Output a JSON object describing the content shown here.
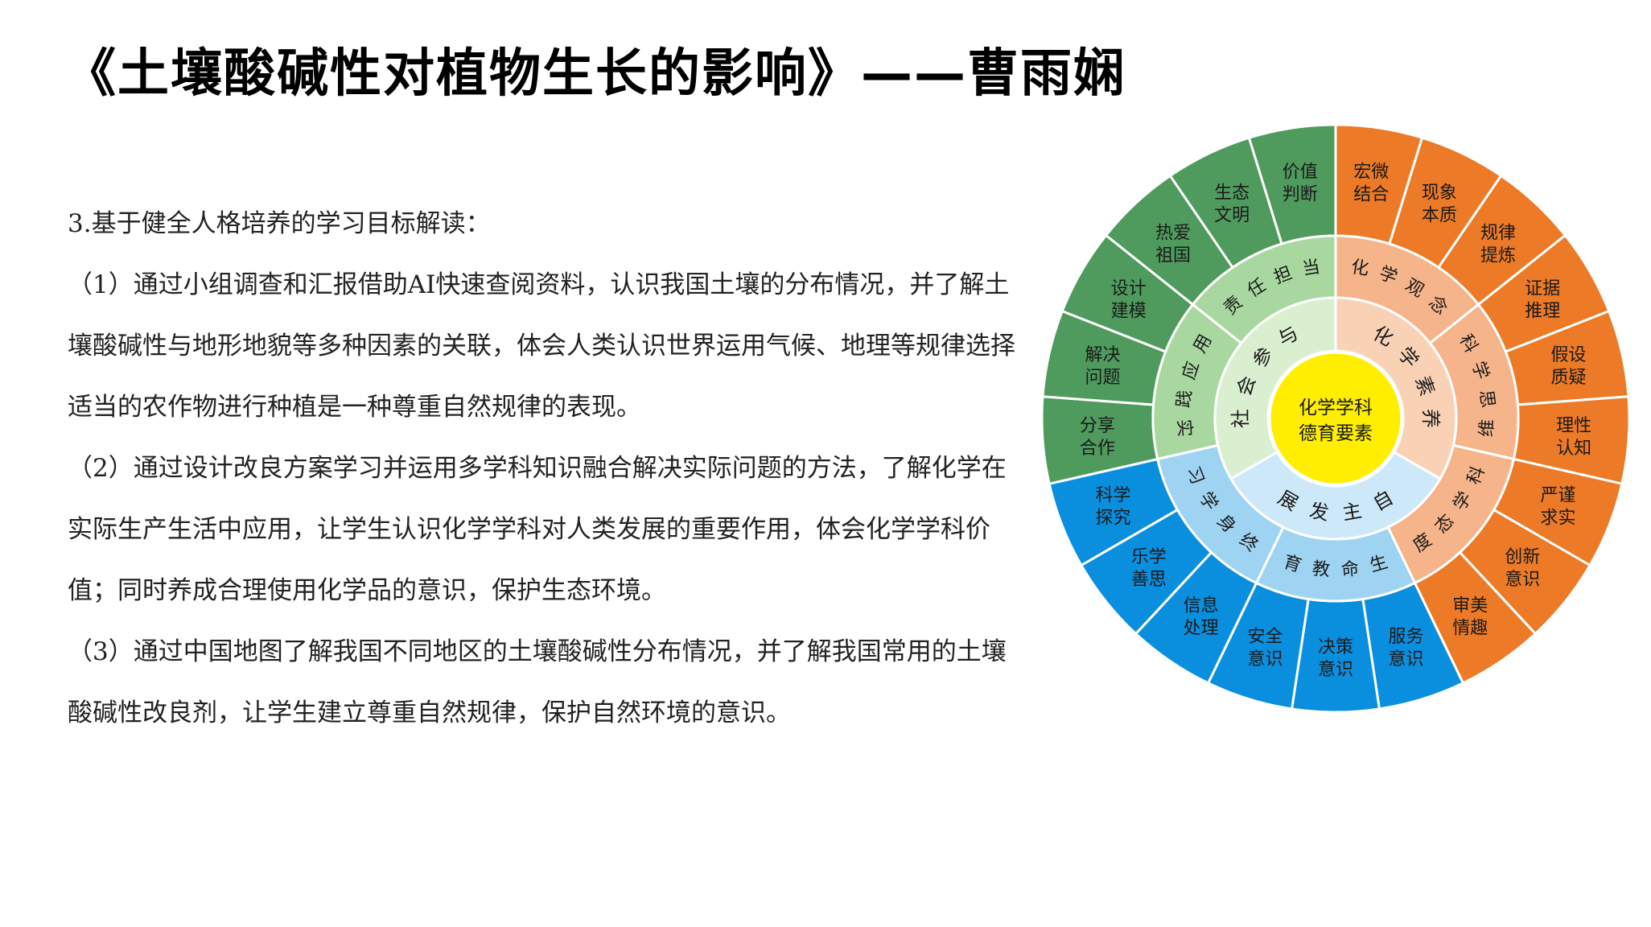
{
  "title": "《土壤酸碱性对植物生长的影响》——曹雨娴",
  "objectives": {
    "heading": "3.基于健全人格培养的学习目标解读：",
    "items": [
      "（1）通过小组调查和汇报借助AI快速查阅资料，认识我国土壤的分布情况，并了解土壤酸碱性与地形地貌等多种因素的关联，体会人类认识世界运用气候、地理等规律选择适当的农作物进行种植是一种尊重自然规律的表现。",
      "（2）通过设计改良方案学习并运用多学科知识融合解决实际问题的方法，了解化学在实际生产生活中应用，让学生认识化学学科对人类发展的重要作用，体会化学学科价值；同时养成合理使用化学品的意识，保护生态环境。",
      "（3）通过中国地图了解我国不同地区的土壤酸碱性分布情况，并了解我国常用的土壤酸碱性改良剂，让学生建立尊重自然规律，保护自然环境的意识。"
    ]
  },
  "wheel": {
    "center_lines": [
      "化学学科",
      "德育要素"
    ],
    "colors": {
      "center": "#ffee00",
      "green_inner": "#d9efd0",
      "green_mid": "#a8d8a0",
      "green_outer": "#4f9a5d",
      "orange_inner": "#f9d2b6",
      "orange_mid": "#f5b48a",
      "orange_outer": "#ec7a27",
      "blue_inner": "#cde8f8",
      "blue_mid": "#9fd3f2",
      "blue_outer": "#0a8fdf"
    },
    "inner": [
      {
        "chars": [
          "社",
          "会",
          "参",
          "与"
        ],
        "group": "green"
      },
      {
        "chars": [
          "化",
          "学",
          "素",
          "养"
        ],
        "group": "orange"
      },
      {
        "chars": [
          "自",
          "主",
          "发",
          "展"
        ],
        "group": "blue"
      }
    ],
    "middle": [
      {
        "label": "责任担当",
        "group": "green"
      },
      {
        "label": "化学观念",
        "group": "orange"
      },
      {
        "label": "科学思维",
        "group": "orange"
      },
      {
        "label": "科学态度",
        "group": "orange"
      },
      {
        "label": "生命教育",
        "group": "blue"
      },
      {
        "label": "终身学习",
        "group": "blue"
      },
      {
        "label": "实践应用",
        "group": "green"
      }
    ],
    "outer": [
      {
        "lines": [
          "宏微",
          "结合"
        ],
        "group": "orange"
      },
      {
        "lines": [
          "现象",
          "本质"
        ],
        "group": "orange"
      },
      {
        "lines": [
          "规律",
          "提炼"
        ],
        "group": "orange"
      },
      {
        "lines": [
          "证据",
          "推理"
        ],
        "group": "orange"
      },
      {
        "lines": [
          "假设",
          "质疑"
        ],
        "group": "orange"
      },
      {
        "lines": [
          "理性",
          "认知"
        ],
        "group": "orange"
      },
      {
        "lines": [
          "严谨",
          "求实"
        ],
        "group": "orange"
      },
      {
        "lines": [
          "创新",
          "意识"
        ],
        "group": "orange"
      },
      {
        "lines": [
          "审美",
          "情趣"
        ],
        "group": "orange"
      },
      {
        "lines": [
          "服务",
          "意识"
        ],
        "group": "blue"
      },
      {
        "lines": [
          "决策",
          "意识"
        ],
        "group": "blue"
      },
      {
        "lines": [
          "安全",
          "意识"
        ],
        "group": "blue"
      },
      {
        "lines": [
          "信息",
          "处理"
        ],
        "group": "blue"
      },
      {
        "lines": [
          "乐学",
          "善思"
        ],
        "group": "blue"
      },
      {
        "lines": [
          "科学",
          "探究"
        ],
        "group": "blue"
      },
      {
        "lines": [
          "分享",
          "合作"
        ],
        "group": "green"
      },
      {
        "lines": [
          "解决",
          "问题"
        ],
        "group": "green"
      },
      {
        "lines": [
          "设计",
          "建模"
        ],
        "group": "green"
      },
      {
        "lines": [
          "热爱",
          "祖国"
        ],
        "group": "green"
      },
      {
        "lines": [
          "生态",
          "文明"
        ],
        "group": "green"
      },
      {
        "lines": [
          "价值",
          "判断"
        ],
        "group": "green"
      }
    ]
  }
}
